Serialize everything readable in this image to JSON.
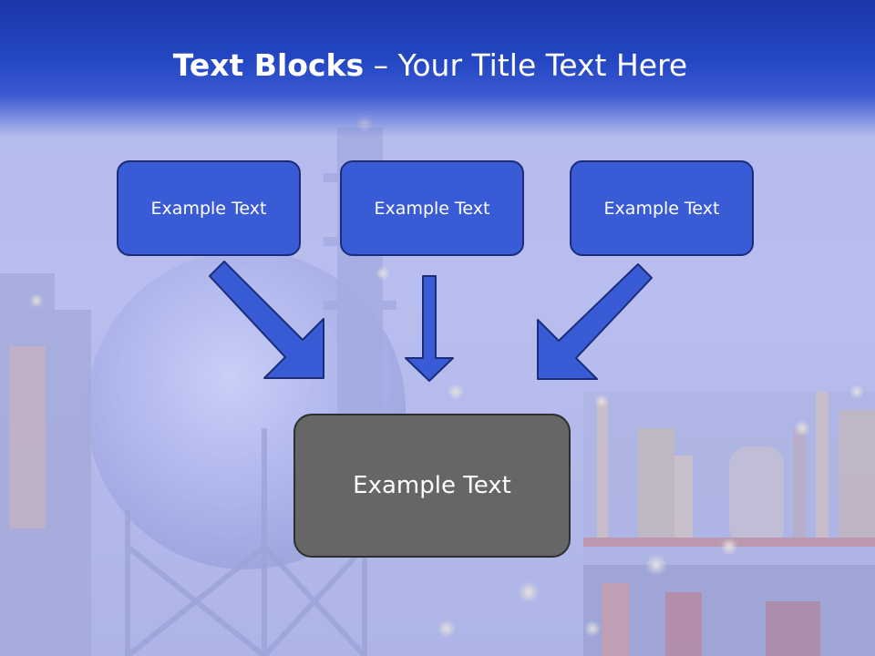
{
  "slide": {
    "title_bold": "Text Blocks",
    "title_dash": "–",
    "title_rest": "Your Title Text Here"
  },
  "boxes": {
    "left": "Example Text",
    "middle": "Example Text",
    "right": "Example Text",
    "center": "Example Text"
  },
  "colors": {
    "title_bar": "#2447c4",
    "box_fill": "#3a5bd6",
    "box_border": "#1b2d78",
    "center_fill": "#666666",
    "arrow_fill": "#3a5bd6"
  }
}
